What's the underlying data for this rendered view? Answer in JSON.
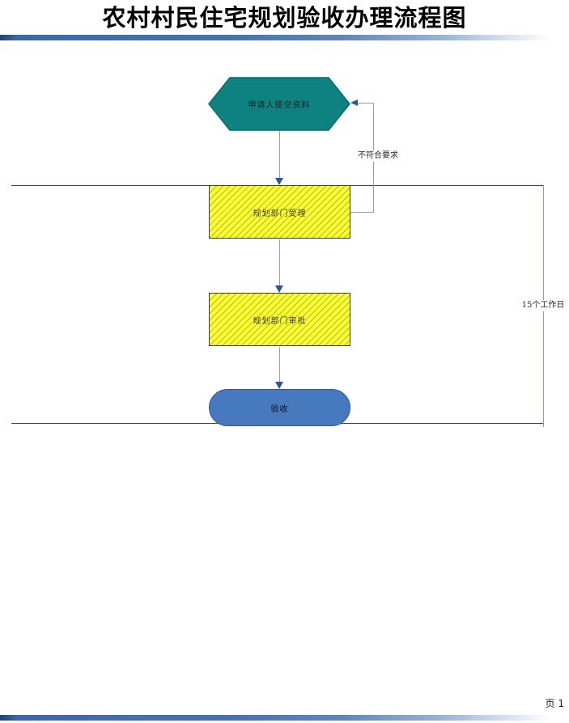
{
  "header": {
    "title": "农村村民住宅规划验收办理流程图"
  },
  "footer": {
    "page_label": "页 1"
  },
  "flowchart": {
    "start_node": {
      "shape": "hexagon",
      "label": "申请人提交资料"
    },
    "process_nodes": [
      {
        "shape": "rect-hatched",
        "label": "规划部门受理"
      },
      {
        "shape": "rect-hatched",
        "label": "规划部门审批"
      }
    ],
    "end_node": {
      "shape": "stadium",
      "label": "验收"
    },
    "annotations": {
      "reject_label": "不符合要求",
      "duration_label": "15个工作日"
    },
    "colors": {
      "start_fill": "#0E8181",
      "start_border": "#0A6C6C",
      "process_fill": "#FBFF2E",
      "process_border": "#3B3B3B",
      "end_fill": "#4679BE",
      "end_border": "#2E5B9B",
      "connector_line": "#84A0C8",
      "arrowhead": "#2F5597",
      "lane_line": "#3F3F3F",
      "accent_bar": "#3A68AE"
    }
  }
}
